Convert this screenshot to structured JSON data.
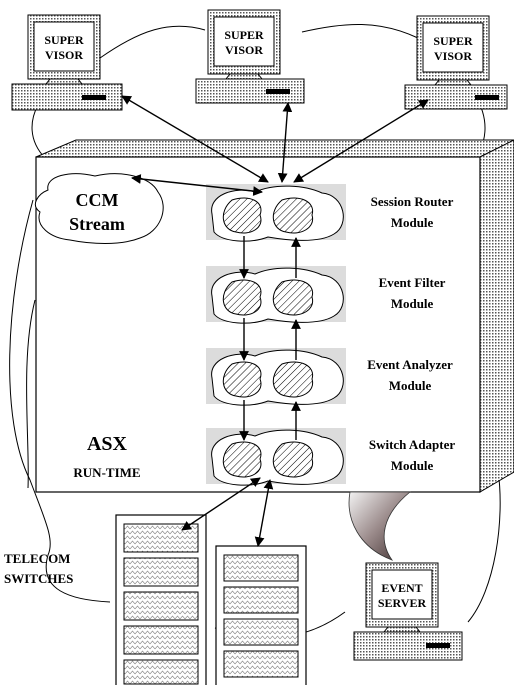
{
  "supervisors": [
    {
      "line1": "SUPER",
      "line2": "VISOR"
    },
    {
      "line1": "SUPER",
      "line2": "VISOR"
    },
    {
      "line1": "SUPER",
      "line2": "VISOR"
    }
  ],
  "ccm": {
    "line1": "CCM",
    "line2": "Stream"
  },
  "modules": [
    {
      "line1": "Session Router",
      "line2": "Module"
    },
    {
      "line1": "Event Filter",
      "line2": "Module"
    },
    {
      "line1": "Event Analyzer",
      "line2": "Module"
    },
    {
      "line1": "Switch Adapter",
      "line2": "Module"
    }
  ],
  "asx": {
    "title": "ASX",
    "subtitle": "RUN-TIME"
  },
  "telecom": {
    "line1": "TELECOM",
    "line2": "SWITCHES"
  },
  "event_server": {
    "line1": "EVENT",
    "line2": "SERVER"
  }
}
